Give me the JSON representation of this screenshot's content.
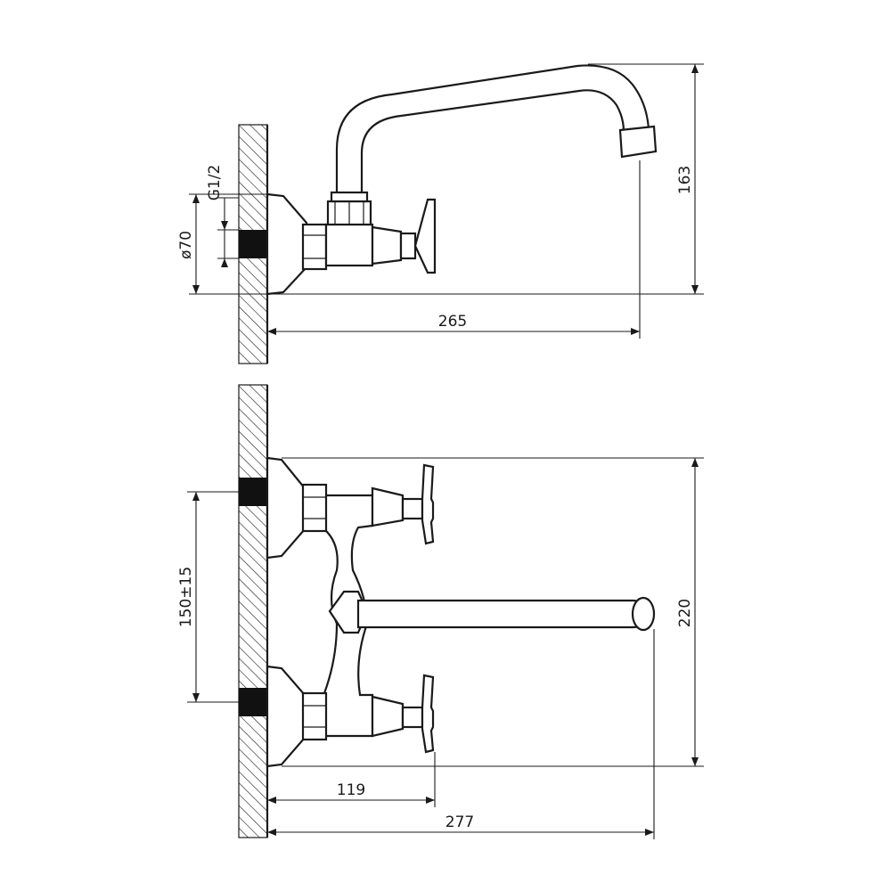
{
  "diagram": {
    "top_view": {
      "label_thread": "G1/2",
      "label_diameter": "ø70",
      "label_height": "163",
      "label_reach": "265"
    },
    "front_view": {
      "label_spacing": "150±15",
      "label_height": "220",
      "label_handle_depth": "119",
      "label_reach": "277"
    }
  },
  "colors": {
    "line": "#1a1a1a",
    "thread": "#111111",
    "background": "#ffffff"
  }
}
